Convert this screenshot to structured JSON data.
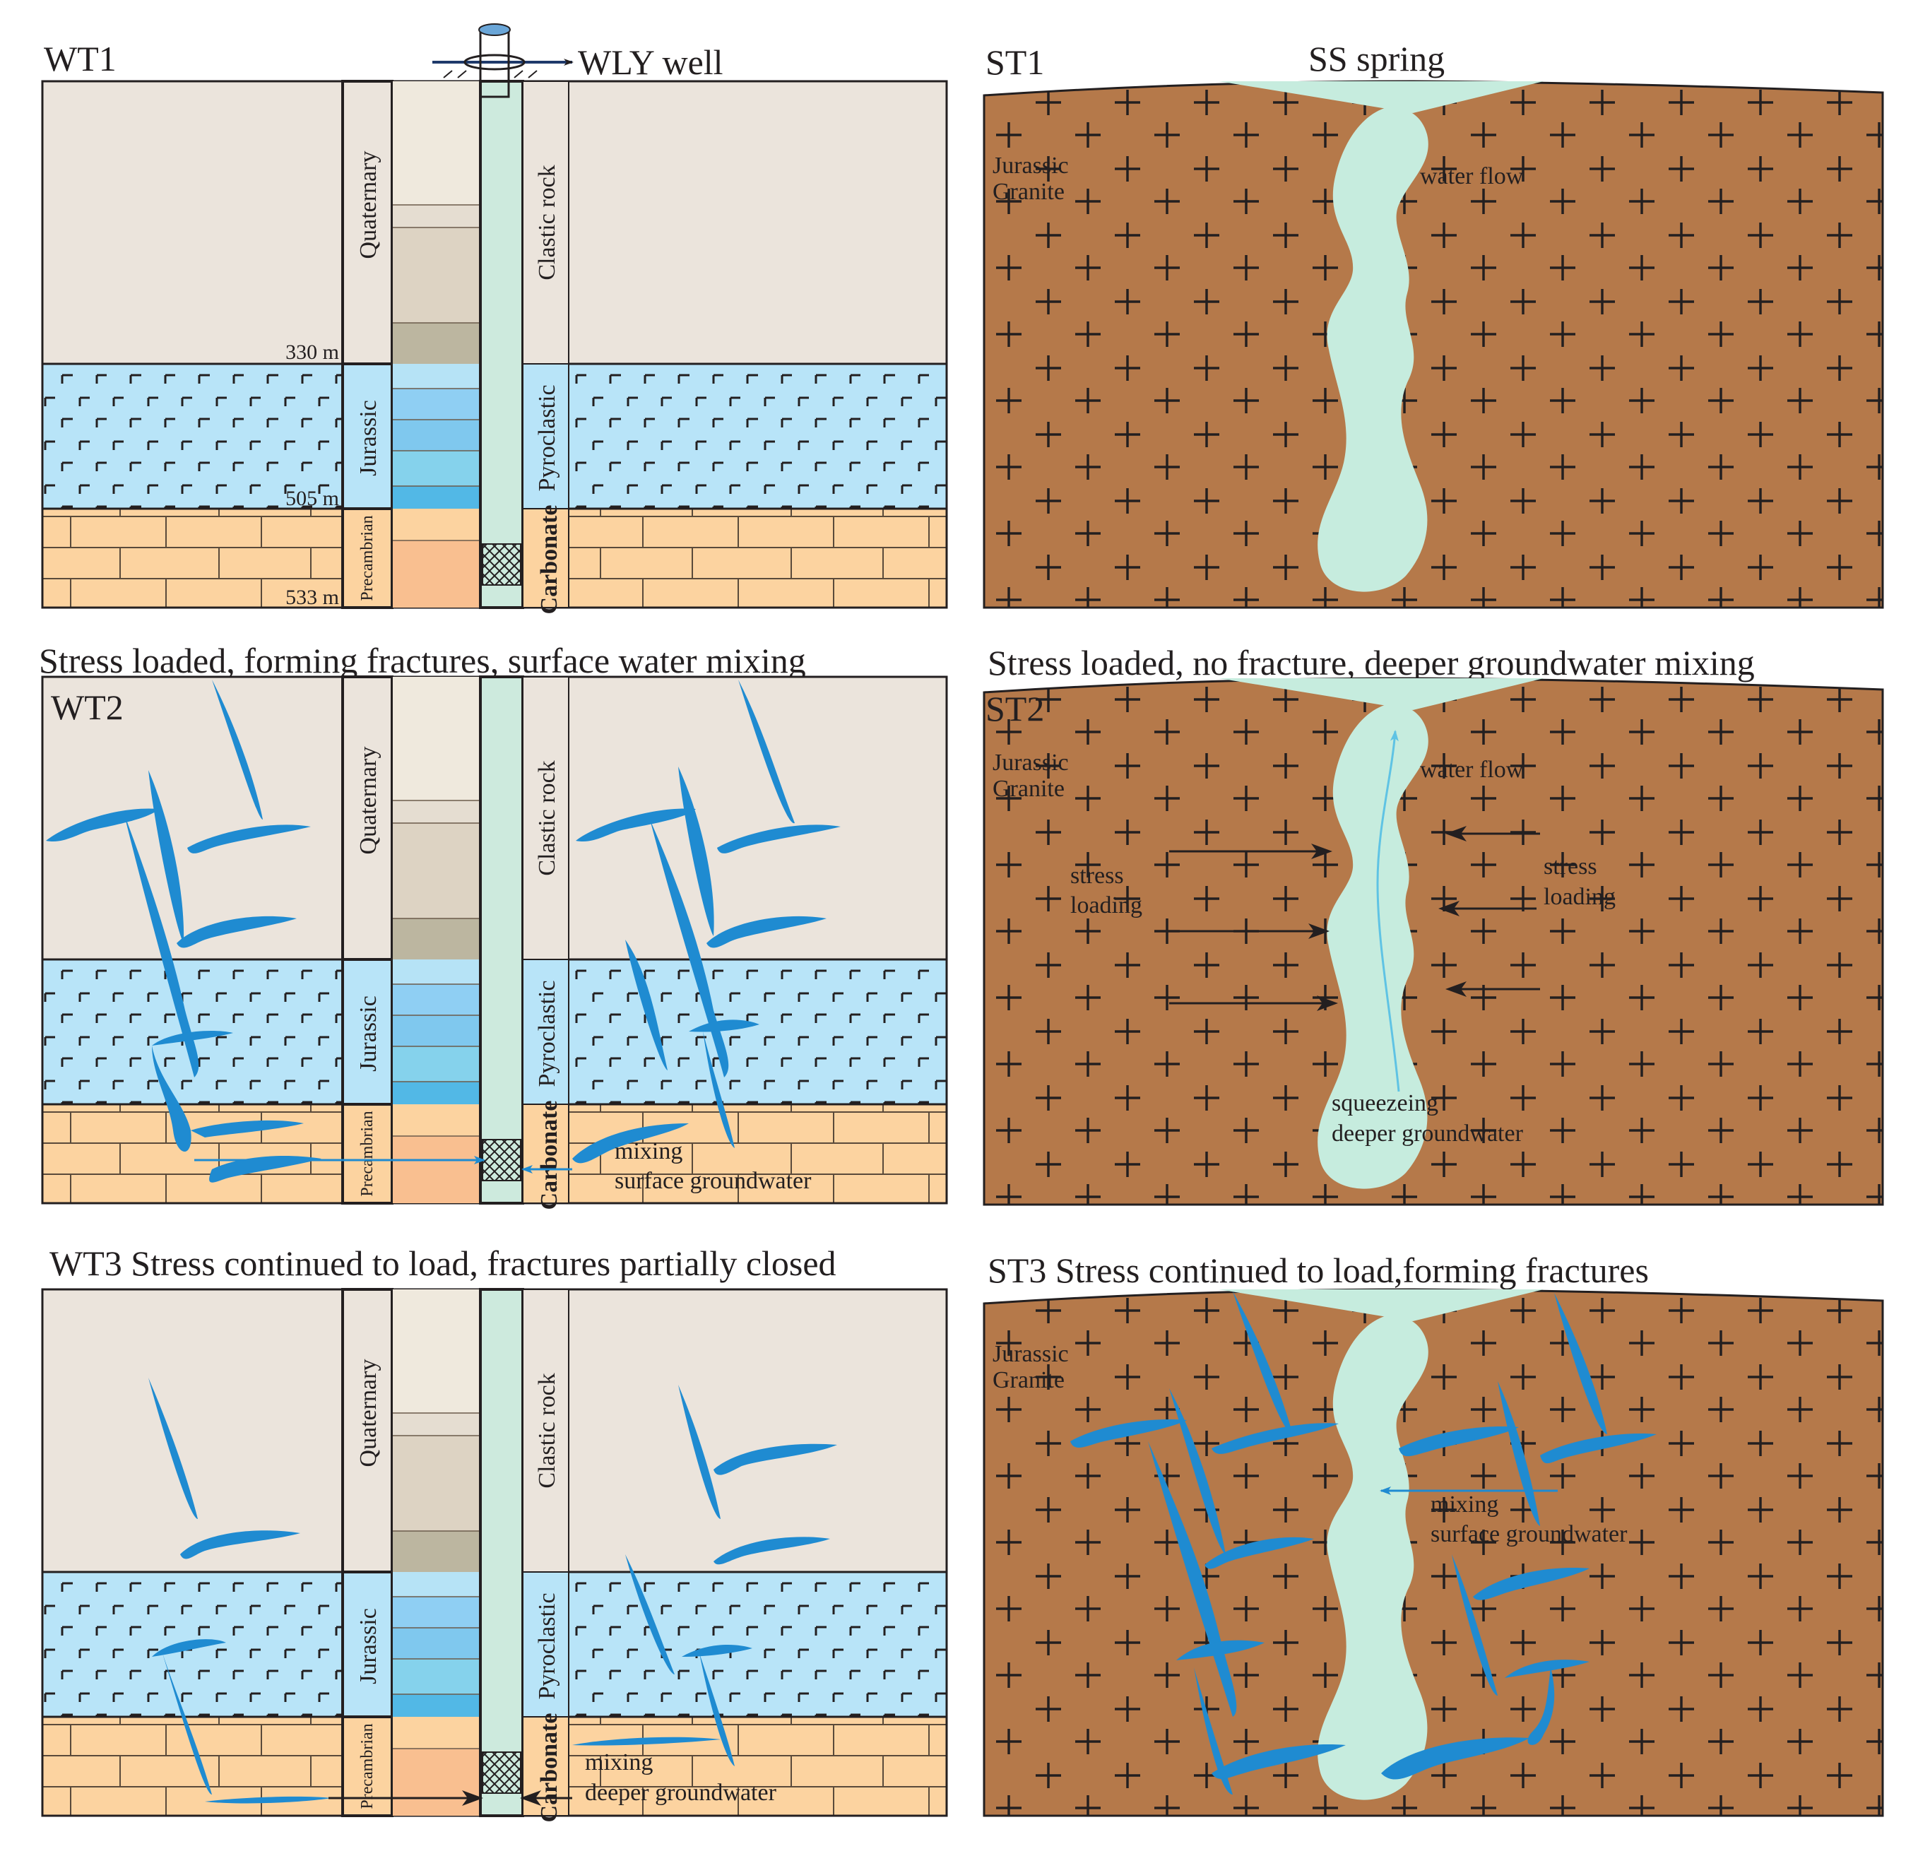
{
  "colors": {
    "quaternary_bg": "#ebe4dc",
    "jurassic_blue": "#b8e4f8",
    "precambrian_orange": "#fcd3a0",
    "granite_brown": "#b5794a",
    "spring_mint": "#c6ecde",
    "fracture_blue": "#1f8bd1",
    "well_green": "#cdeadd",
    "ink": "#231f20"
  },
  "icons": {
    "wellhead": "wellhead-icon",
    "volcanic_pattern": "volcanic-tick-icon",
    "granite_pattern": "plus-icon",
    "limestone_pattern": "brick-icon",
    "well_screen": "crosshatch-icon"
  },
  "well_panels": {
    "well_name": "WLY well",
    "depths": {
      "d1": "330 m",
      "d2": "505 m",
      "d3": "533 m"
    },
    "layers": {
      "quaternary": "Quaternary",
      "jurassic": "Jurassic",
      "precambrian": "Precambrian",
      "clastic": "Clastic rock",
      "pyroclastic": "Pyroclastic",
      "carbonate": "Carbonate"
    },
    "wt1": {
      "label": "WT1"
    },
    "wt2": {
      "label": "WT2",
      "caption": "Stress loaded, forming fractures, surface water mixing",
      "mixing_1": "mixing",
      "mixing_2": "surface groundwater"
    },
    "wt3": {
      "label": "WT3 Stress continued to load, fractures partially closed",
      "mixing_1": "mixing",
      "mixing_2": "deeper groundwater"
    }
  },
  "spring_panels": {
    "spring_name": "SS spring",
    "granite_1": "Jurassic",
    "granite_2": "Granite",
    "water_flow": "water flow",
    "st1": {
      "label": "ST1"
    },
    "st2": {
      "label": "ST2",
      "caption": "Stress loaded, no fracture, deeper groundwater mixing",
      "stress_1": "stress",
      "stress_2": "loading",
      "squeeze_1": "squeezeing",
      "squeeze_2": "deeper groundwater"
    },
    "st3": {
      "label": "ST3 Stress continued to load,forming fractures",
      "mixing_1": "mixing",
      "mixing_2": "surface groundwater"
    }
  }
}
